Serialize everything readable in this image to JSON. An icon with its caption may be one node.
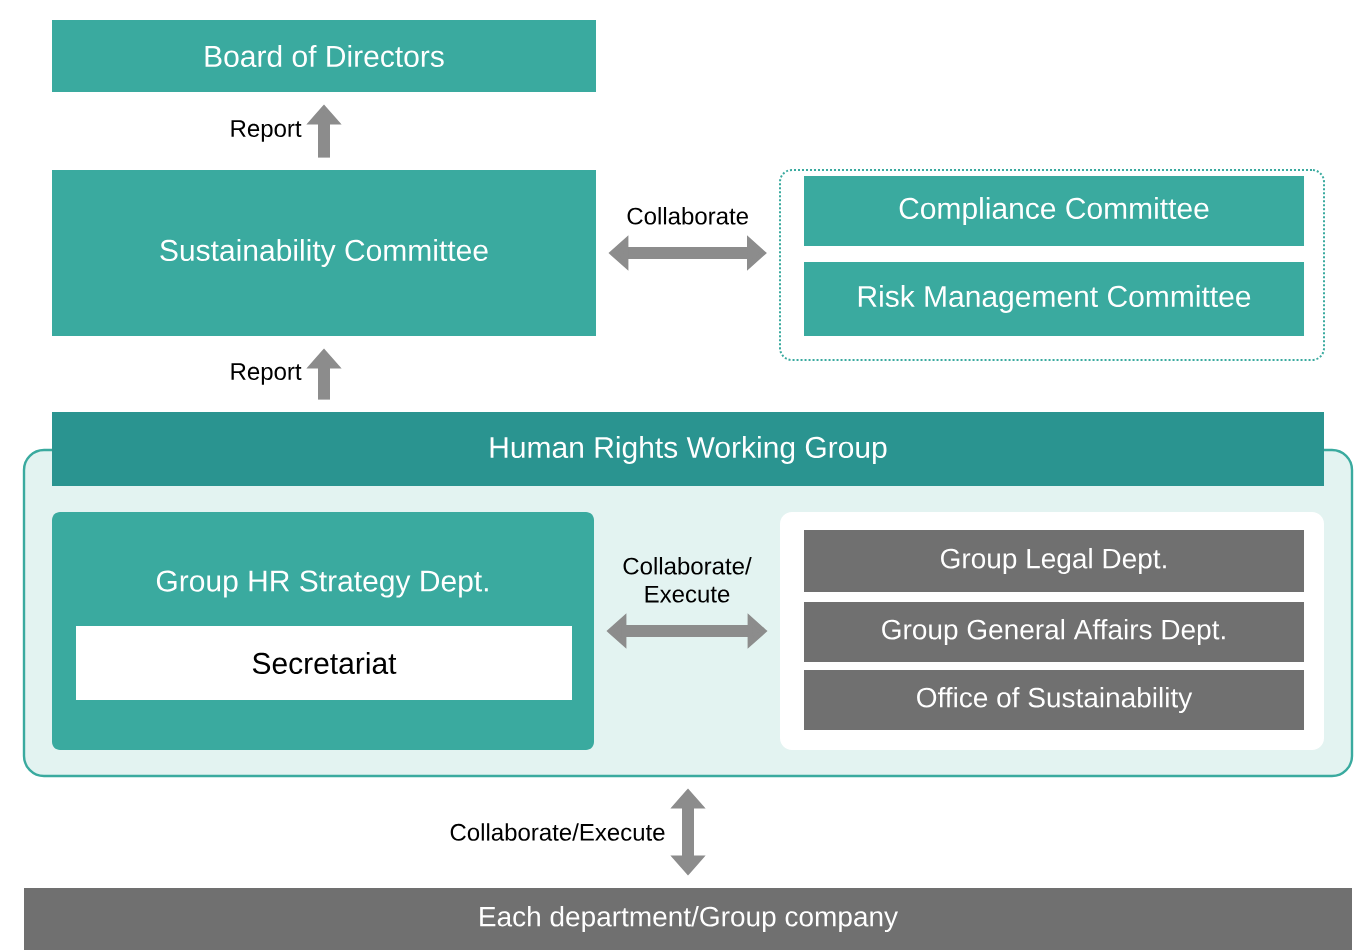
{
  "diagram": {
    "nodes": [
      {
        "text": [
          "Board of Directors"
        ]
      },
      {
        "text": [
          "Sustainability Committee"
        ]
      },
      {
        "text": [],
        "shape": "box"
      },
      {
        "text": [
          "Compliance Committee"
        ],
        "in": 2
      },
      {
        "text": [
          "Risk Management Committee"
        ],
        "in": 2
      },
      {
        "text": [
          "Human Rights Working Group"
        ]
      },
      {
        "text": [
          "Group HR Strategy Dept."
        ],
        "in": 5
      },
      {
        "text": [
          "Secretariat"
        ],
        "in": 6
      },
      {
        "text": [],
        "shape": "box",
        "in": 5
      },
      {
        "text": [
          "Group Legal Dept."
        ],
        "in": 8
      },
      {
        "text": [
          "Group General Affairs Dept."
        ],
        "in": 8
      },
      {
        "text": [
          "Office of Sustainability"
        ],
        "in": 8
      },
      {
        "text": [
          "Each department/Group company"
        ]
      }
    ],
    "edges": [
      {
        "from": 1,
        "to": 0,
        "arrow": "to",
        "label": "Report"
      },
      {
        "from": 1,
        "to": 2,
        "arrow": "both",
        "label": "Collaborate"
      },
      {
        "from": 5,
        "to": 1,
        "arrow": "to",
        "label": "Report"
      },
      {
        "from": 6,
        "to": 8,
        "arrow": "both",
        "label": "Collaborate/ Execute"
      },
      {
        "from": 5,
        "to": 12,
        "arrow": "both",
        "label": "Collaborate/Execute"
      }
    ]
  }
}
